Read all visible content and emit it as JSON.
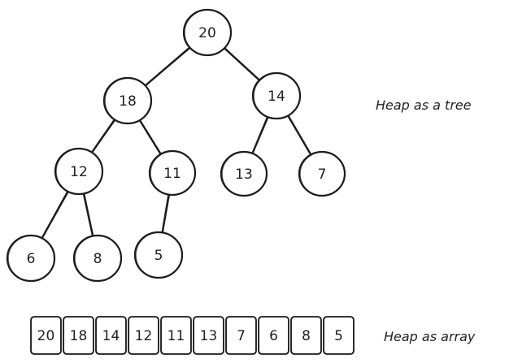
{
  "tree": {
    "caption": "Heap as a tree",
    "nodes": [
      {
        "id": "n20",
        "label": "20"
      },
      {
        "id": "n18",
        "label": "18"
      },
      {
        "id": "n14",
        "label": "14"
      },
      {
        "id": "n12",
        "label": "12"
      },
      {
        "id": "n11",
        "label": "11"
      },
      {
        "id": "n13",
        "label": "13"
      },
      {
        "id": "n7",
        "label": "7"
      },
      {
        "id": "n6",
        "label": "6"
      },
      {
        "id": "n8",
        "label": "8"
      },
      {
        "id": "n5",
        "label": "5"
      }
    ],
    "edges": [
      [
        "n20",
        "n18"
      ],
      [
        "n20",
        "n14"
      ],
      [
        "n18",
        "n12"
      ],
      [
        "n18",
        "n11"
      ],
      [
        "n14",
        "n13"
      ],
      [
        "n14",
        "n7"
      ],
      [
        "n12",
        "n6"
      ],
      [
        "n12",
        "n8"
      ],
      [
        "n11",
        "n5"
      ]
    ]
  },
  "array": {
    "caption": "Heap as array",
    "values": [
      "20",
      "18",
      "14",
      "12",
      "11",
      "13",
      "7",
      "6",
      "8",
      "5"
    ]
  }
}
